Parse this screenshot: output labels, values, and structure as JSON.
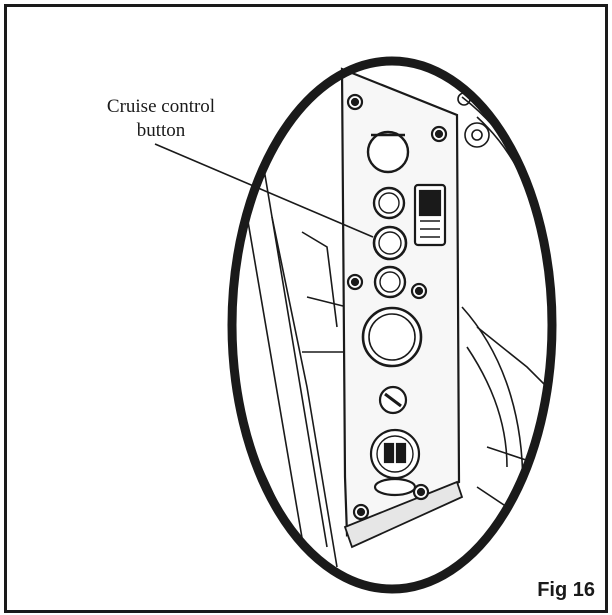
{
  "figure": {
    "caption": "Fig 16",
    "callout": {
      "line1": "Cruise control",
      "line2": "button"
    }
  },
  "colors": {
    "ink": "#1a1a1a",
    "paper": "#ffffff",
    "panel": "#f4f4f4"
  }
}
